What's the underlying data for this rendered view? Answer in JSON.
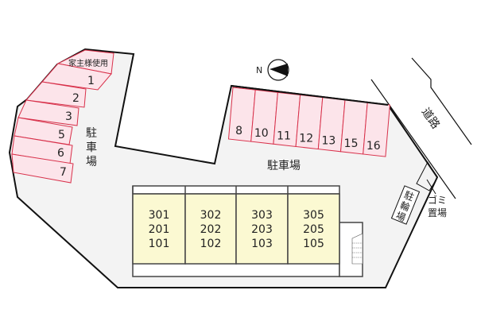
{
  "colors": {
    "lot": "#f3f3f3",
    "stall_fill": "#fce4ea",
    "stall_stroke": "#d8304a",
    "building_fill": "#fbf9d2",
    "outline": "#111111"
  },
  "compass": {
    "label": "N"
  },
  "left_stalls": [
    "家主様使用",
    "1",
    "2",
    "3",
    "5",
    "6",
    "7"
  ],
  "top_stalls": [
    "8",
    "10",
    "11",
    "12",
    "13",
    "15",
    "16"
  ],
  "parking_label_left": [
    "駐",
    "車",
    "場"
  ],
  "parking_label_main": "駐車場",
  "road_label": "道路",
  "bicycle_label": [
    "駐",
    "輪",
    "場"
  ],
  "garbage_label": [
    "ゴミ",
    "置場"
  ],
  "building_units": [
    [
      "301",
      "201",
      "101"
    ],
    [
      "302",
      "202",
      "102"
    ],
    [
      "303",
      "203",
      "103"
    ],
    [
      "305",
      "205",
      "105"
    ]
  ]
}
